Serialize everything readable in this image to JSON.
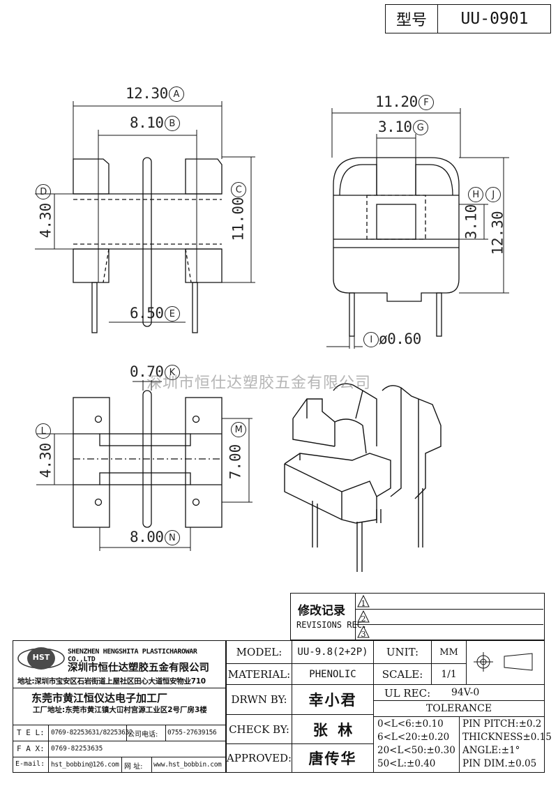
{
  "header": {
    "model_label": "型号",
    "model_value": "UU-0901"
  },
  "dimensions": {
    "a": {
      "value": "12.30",
      "mark": "A"
    },
    "b": {
      "value": "8.10",
      "mark": "B"
    },
    "c": {
      "value": "11.00",
      "mark": "C"
    },
    "d": {
      "value": "4.30",
      "mark": "D"
    },
    "e": {
      "value": "6.50",
      "mark": "E"
    },
    "f": {
      "value": "11.20",
      "mark": "F"
    },
    "g": {
      "value": "3.10",
      "mark": "G"
    },
    "h": {
      "value": "3.10",
      "mark": "H"
    },
    "j": {
      "value": "12.30",
      "mark": "J"
    },
    "i": {
      "value": "ø0.60",
      "mark": "I"
    },
    "k": {
      "value": "0.70",
      "mark": "K"
    },
    "l": {
      "value": "4.30",
      "mark": "L"
    },
    "m": {
      "value": "7.00",
      "mark": "M"
    },
    "n": {
      "value": "8.00",
      "mark": "N"
    }
  },
  "watermark": "深圳市恒仕达塑胶五金有限公司",
  "revisions": {
    "title_cn": "修改记录",
    "title_en": "REVISIONS REC.",
    "marks": [
      "1",
      "2",
      "3"
    ]
  },
  "company": {
    "logo_text": "HST",
    "name_en": "SHENZHEN HENGSHITA PLASTICHAROWAR CO.,LTD",
    "name_cn": "深圳市恒仕达塑胶五金有限公司",
    "address": "地址:深圳市宝安区石岩街道上屋社区田心大道恒安物业710",
    "factory_name": "东莞市黄江恒仪达电子加工厂",
    "factory_address": "工厂地址:东莞市黄江镇大冚村宫源工业区2号厂房3楼",
    "tel_label": "T E L:",
    "tel_value": "0769-82253631/82253632",
    "company_phone_label": "公司电话:",
    "company_phone_value": "0755-27639156",
    "fax_label": "F A X:",
    "fax_value": "0769-82253635",
    "email_label": "E-mail:",
    "email_value": "hst_bobbin@126.com",
    "web_label": "网 址:",
    "web_value": "www.hst_bobbin.com"
  },
  "spec": {
    "model_label": "MODEL:",
    "model_value": "UU-9.8(2+2P)",
    "material_label": "MATERIAL:",
    "material_value": "PHENOLIC",
    "drawn_label": "DRWN BY:",
    "drawn_value": "幸小君",
    "check_label": "CHECK BY:",
    "check_value": "张  林",
    "approved_label": "APPROVED:",
    "approved_value": "唐传华",
    "unit_label": "UNIT:",
    "unit_value": "MM",
    "scale_label": "SCALE:",
    "scale_value": "1/1",
    "ul_label": "UL REC:",
    "ul_value": "94V-0",
    "tolerance_label": "TOLERANCE",
    "tol_ranges": [
      "0<L<6:±0.10",
      "6<L<20:±0.20",
      "20<L<50:±0.30",
      "50<L:±0.40"
    ],
    "tol_other": [
      "PIN PITCH:±0.2",
      "THICKNESS±0.15",
      "ANGLE:±1°",
      "PIN DIM.±0.05"
    ]
  }
}
